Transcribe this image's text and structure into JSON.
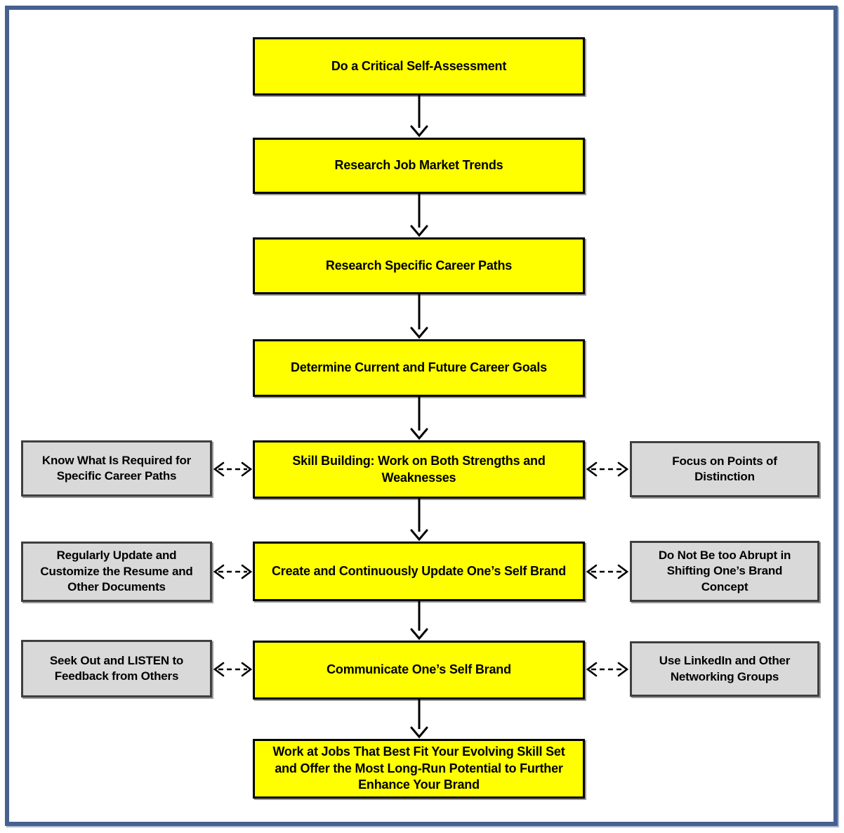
{
  "colors": {
    "step_fill": "#FFFF00",
    "step_border": "#000000",
    "note_fill": "#D9D9D9",
    "note_border": "#3F3F3F",
    "frame_border": "#46618F",
    "arrow": "#000000"
  },
  "flow": {
    "main_steps": [
      {
        "label": "Do a Critical Self-Assessment"
      },
      {
        "label": "Research Job Market Trends"
      },
      {
        "label": "Research Specific Career Paths"
      },
      {
        "label": "Determine Current and Future Career Goals"
      },
      {
        "label": "Skill Building: Work on Both Strengths and Weaknesses"
      },
      {
        "label": "Create and Continuously Update One’s Self Brand"
      },
      {
        "label": "Communicate One’s Self Brand"
      },
      {
        "label": "Work at Jobs That Best Fit Your Evolving Skill Set and Offer the Most Long-Run Potential to Further Enhance Your Brand"
      }
    ],
    "left_notes": [
      {
        "label": "Know What Is Required for Specific Career Paths",
        "linked_step": "Skill Building: Work on Both Strengths and Weaknesses"
      },
      {
        "label": "Regularly Update and Customize the Resume and Other Documents",
        "linked_step": "Create and Continuously Update One’s Self Brand"
      },
      {
        "label": "Seek Out and LISTEN to Feedback from Others",
        "linked_step": "Communicate One’s Self Brand"
      }
    ],
    "right_notes": [
      {
        "label": "Focus on Points of Distinction",
        "linked_step": "Skill Building: Work on Both Strengths and Weaknesses"
      },
      {
        "label": "Do Not Be too Abrupt in Shifting One’s Brand Concept",
        "linked_step": "Create and Continuously Update One’s Self Brand"
      },
      {
        "label": "Use LinkedIn and Other Networking Groups",
        "linked_step": "Communicate One’s Self Brand"
      }
    ],
    "connections": [
      "main steps connected top-to-bottom with solid downward arrows",
      "side notes connected to adjacent main step with dashed double-headed arrows"
    ]
  }
}
